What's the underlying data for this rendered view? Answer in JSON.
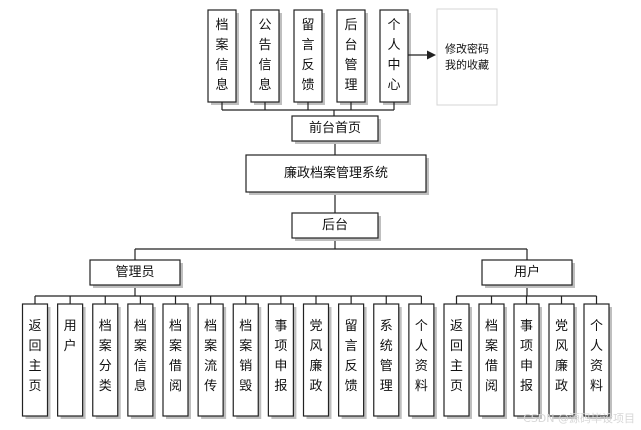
{
  "top_items": [
    "档案信息",
    "公告信息",
    "留言反馈",
    "后台管理",
    "个人中心"
  ],
  "profile_links": [
    "修改密码",
    "我的收藏"
  ],
  "front_page": "前台首页",
  "system": "廉政档案管理系统",
  "backend": "后台",
  "roles": {
    "admin": {
      "label": "管理员",
      "items": [
        "返回主页",
        "用户",
        "档案分类",
        "档案信息",
        "档案借阅",
        "档案流传",
        "档案销毁",
        "事项申报",
        "党风廉政",
        "留言反馈",
        "系统管理",
        "个人资料"
      ]
    },
    "user": {
      "label": "用户",
      "items": [
        "返回主页",
        "档案借阅",
        "事项申报",
        "党风廉政",
        "个人资料"
      ]
    }
  },
  "watermark": "CSDN @源码毕设项目"
}
